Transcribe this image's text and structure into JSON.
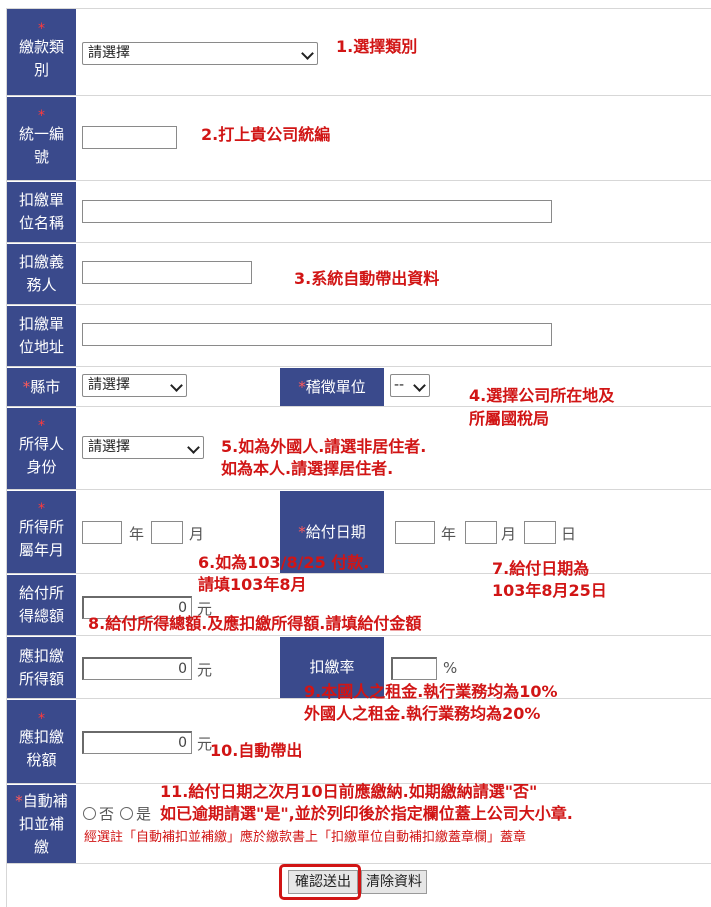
{
  "required_mark": "*",
  "rows": {
    "category": {
      "label_1": "繳款類",
      "label_2": "別",
      "select_value": "請選擇"
    },
    "tax_id": {
      "label_1": "統一編",
      "label_2": "號"
    },
    "unit_name": {
      "label_1": "扣繳單",
      "label_2": "位名稱"
    },
    "obligor": {
      "label_1": "扣繳義",
      "label_2": "務人"
    },
    "unit_address": {
      "label_1": "扣繳單",
      "label_2": "位地址"
    },
    "county": {
      "label": "縣市",
      "select_value": "請選擇"
    },
    "tax_office": {
      "label": "稽徵單位",
      "select_value": "--"
    },
    "income_identity": {
      "label_1": "所得人",
      "label_2": "身份",
      "select_value": "請選擇"
    },
    "income_period": {
      "label_1": "所得所",
      "label_2": "屬年月",
      "year_unit": "年",
      "month_unit": "月"
    },
    "payment_date": {
      "label": "給付日期",
      "year_unit": "年",
      "month_unit": "月",
      "day_unit": "日"
    },
    "total_income": {
      "label_1": "給付所",
      "label_2": "得總額",
      "value": "0",
      "unit": "元"
    },
    "withholding_income": {
      "label_1": "應扣繳",
      "label_2": "所得額",
      "value": "0",
      "unit": "元"
    },
    "withholding_rate": {
      "label": "扣繳率",
      "unit": "%"
    },
    "withholding_tax": {
      "label_1": "應扣繳",
      "label_2": "稅額",
      "value": "0",
      "unit": "元"
    },
    "auto_supplement": {
      "label_1": "自動補",
      "label_2": "扣並補",
      "label_3": "繳",
      "option_no": "否",
      "option_yes": "是",
      "hint": "經選註「自動補扣並補繳」應於繳款書上「扣繳單位自動補扣繳蓋章欄」蓋章"
    }
  },
  "annotations": {
    "n1": "1.選擇類別",
    "n2": "2.打上貴公司統編",
    "n3": "3.系統自動帶出資料",
    "n4a": "4.選擇公司所在地及",
    "n4b": "所屬國稅局",
    "n5a": "5.如為外國人.請選非居住者.",
    "n5b": "如為本人.請選擇居住者.",
    "n6a": "6.如為103/8/25 付款.",
    "n6b": "請填103年8月",
    "n7a": "7.給付日期為",
    "n7b": "103年8月25日",
    "n8": "8.給付所得總額.及應扣繳所得額.請填給付金額",
    "n9a": "9.本國人之租金.執行業務均為10%",
    "n9b": "外國人之租金.執行業務均為20%",
    "n10": "10.自動帶出",
    "n11a": "11.給付日期之次月10日前應繳納.如期繳納請選\"否\"",
    "n11b": "如已逾期請選\"是\",並於列印後於指定欄位蓋上公司大小章."
  },
  "buttons": {
    "submit": "確認送出",
    "clear": "清除資料"
  },
  "colors": {
    "label_bg": "#3a4a8c",
    "annotation": "#d11515",
    "highlight_border": "#d11515"
  }
}
